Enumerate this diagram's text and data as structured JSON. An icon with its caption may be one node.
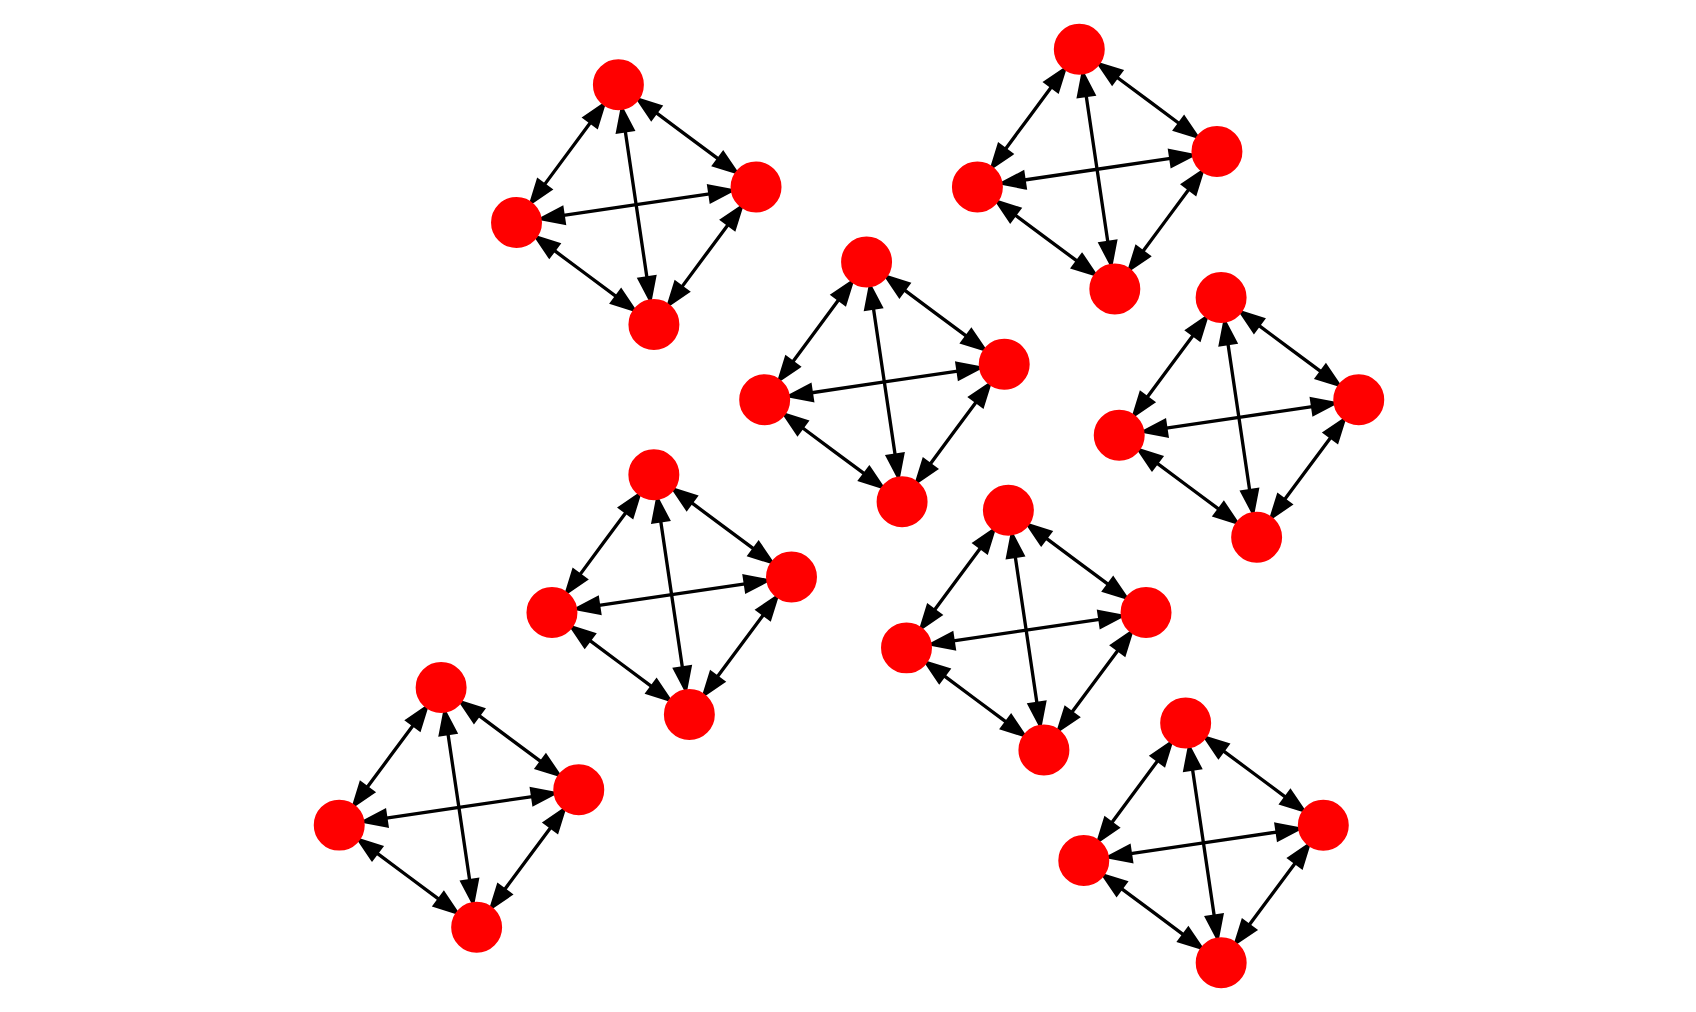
{
  "diagram": {
    "nodes": [
      {
        "text": [],
        "shape": "circle"
      },
      {
        "text": [],
        "shape": "circle"
      },
      {
        "text": [],
        "shape": "circle"
      },
      {
        "text": [],
        "shape": "circle"
      },
      {
        "text": [],
        "shape": "circle"
      },
      {
        "text": [],
        "shape": "circle"
      },
      {
        "text": [],
        "shape": "circle"
      },
      {
        "text": [],
        "shape": "circle"
      },
      {
        "text": [],
        "shape": "circle"
      },
      {
        "text": [],
        "shape": "circle"
      },
      {
        "text": [],
        "shape": "circle"
      },
      {
        "text": [],
        "shape": "circle"
      },
      {
        "text": [],
        "shape": "circle"
      },
      {
        "text": [],
        "shape": "circle"
      },
      {
        "text": [],
        "shape": "circle"
      },
      {
        "text": [],
        "shape": "circle"
      },
      {
        "text": [],
        "shape": "circle"
      },
      {
        "text": [],
        "shape": "circle"
      },
      {
        "text": [],
        "shape": "circle"
      },
      {
        "text": [],
        "shape": "circle"
      },
      {
        "text": [],
        "shape": "circle"
      },
      {
        "text": [],
        "shape": "circle"
      },
      {
        "text": [],
        "shape": "circle"
      },
      {
        "text": [],
        "shape": "circle"
      },
      {
        "text": [],
        "shape": "circle"
      },
      {
        "text": [],
        "shape": "circle"
      },
      {
        "text": [],
        "shape": "circle"
      },
      {
        "text": [],
        "shape": "circle"
      },
      {
        "text": [],
        "shape": "circle"
      },
      {
        "text": [],
        "shape": "circle"
      },
      {
        "text": [],
        "shape": "circle"
      },
      {
        "text": [],
        "shape": "circle"
      }
    ],
    "edges": [
      {
        "from": 0,
        "to": 1,
        "arrow": "both"
      },
      {
        "from": 1,
        "to": 2,
        "arrow": "both"
      },
      {
        "from": 0,
        "to": 3,
        "arrow": "both"
      },
      {
        "from": 1,
        "to": 3,
        "arrow": "both"
      },
      {
        "from": 2,
        "to": 3,
        "arrow": "both"
      },
      {
        "from": 0,
        "to": 2,
        "arrow": "both"
      },
      {
        "from": 4,
        "to": 5,
        "arrow": "both"
      },
      {
        "from": 5,
        "to": 6,
        "arrow": "both"
      },
      {
        "from": 4,
        "to": 7,
        "arrow": "both"
      },
      {
        "from": 5,
        "to": 7,
        "arrow": "both"
      },
      {
        "from": 6,
        "to": 7,
        "arrow": "both"
      },
      {
        "from": 4,
        "to": 6,
        "arrow": "both"
      },
      {
        "from": 8,
        "to": 9,
        "arrow": "both"
      },
      {
        "from": 8,
        "to": 10,
        "arrow": "both"
      },
      {
        "from": 8,
        "to": 11,
        "arrow": "both"
      },
      {
        "from": 9,
        "to": 10,
        "arrow": "both"
      },
      {
        "from": 9,
        "to": 11,
        "arrow": "both"
      },
      {
        "from": 10,
        "to": 11,
        "arrow": "both"
      },
      {
        "from": 12,
        "to": 13,
        "arrow": "both"
      },
      {
        "from": 12,
        "to": 14,
        "arrow": "both"
      },
      {
        "from": 12,
        "to": 15,
        "arrow": "both"
      },
      {
        "from": 13,
        "to": 14,
        "arrow": "both"
      },
      {
        "from": 13,
        "to": 15,
        "arrow": "both"
      },
      {
        "from": 14,
        "to": 15,
        "arrow": "both"
      },
      {
        "from": 16,
        "to": 17,
        "arrow": "both"
      },
      {
        "from": 16,
        "to": 18,
        "arrow": "both"
      },
      {
        "from": 16,
        "to": 19,
        "arrow": "both"
      },
      {
        "from": 17,
        "to": 18,
        "arrow": "both"
      },
      {
        "from": 17,
        "to": 19,
        "arrow": "both"
      },
      {
        "from": 18,
        "to": 19,
        "arrow": "both"
      },
      {
        "from": 20,
        "to": 21,
        "arrow": "both"
      },
      {
        "from": 20,
        "to": 22,
        "arrow": "both"
      },
      {
        "from": 20,
        "to": 23,
        "arrow": "both"
      },
      {
        "from": 21,
        "to": 22,
        "arrow": "both"
      },
      {
        "from": 21,
        "to": 23,
        "arrow": "both"
      },
      {
        "from": 22,
        "to": 23,
        "arrow": "both"
      },
      {
        "from": 24,
        "to": 25,
        "arrow": "both"
      },
      {
        "from": 24,
        "to": 26,
        "arrow": "both"
      },
      {
        "from": 24,
        "to": 27,
        "arrow": "both"
      },
      {
        "from": 25,
        "to": 26,
        "arrow": "both"
      },
      {
        "from": 25,
        "to": 27,
        "arrow": "both"
      },
      {
        "from": 26,
        "to": 27,
        "arrow": "both"
      },
      {
        "from": 28,
        "to": 29,
        "arrow": "both"
      },
      {
        "from": 28,
        "to": 30,
        "arrow": "both"
      },
      {
        "from": 28,
        "to": 31,
        "arrow": "both"
      },
      {
        "from": 29,
        "to": 30,
        "arrow": "both"
      },
      {
        "from": 29,
        "to": 31,
        "arrow": "both"
      },
      {
        "from": 30,
        "to": 31,
        "arrow": "both"
      }
    ]
  }
}
